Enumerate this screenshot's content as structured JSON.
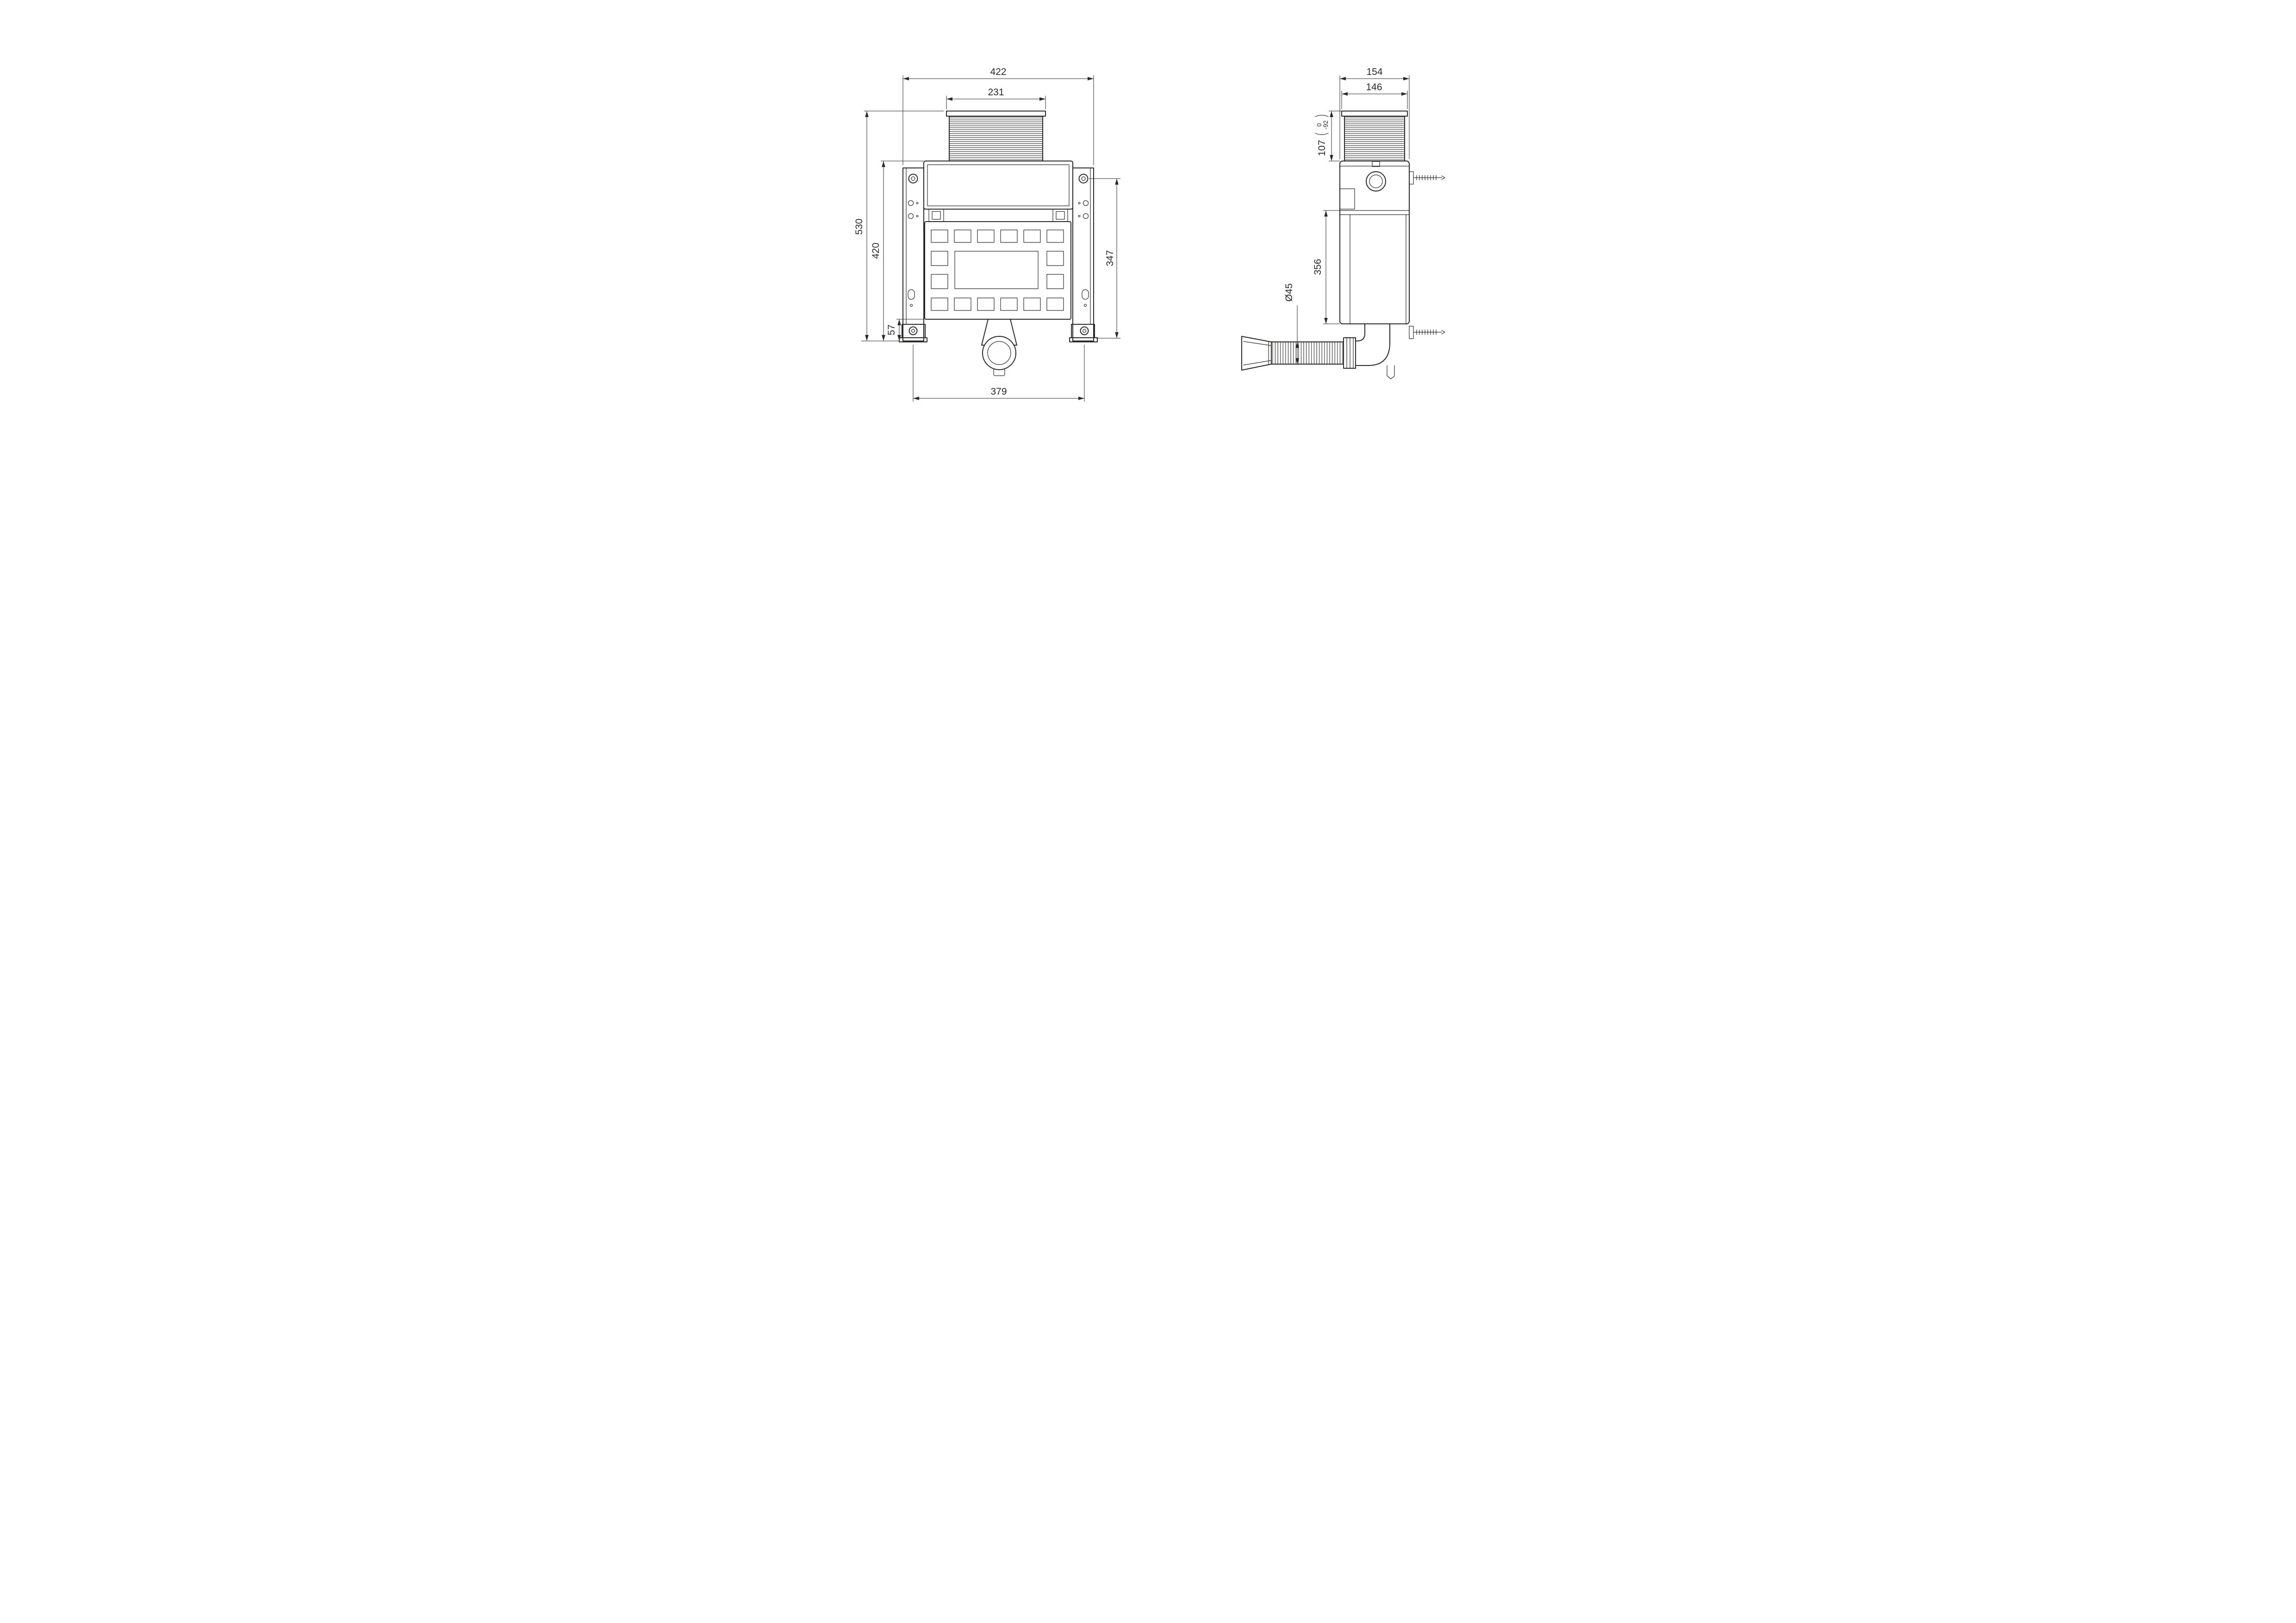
{
  "page": {
    "background": "#ffffff",
    "line_color": "#2b2a29"
  },
  "front_view": {
    "dims": {
      "overall_width": "422",
      "shaft_width": "231",
      "overall_height": "530",
      "frame_height": "420",
      "foot_height": "57",
      "bracket_height": "347",
      "fixing_distance": "379"
    }
  },
  "side_view": {
    "dims": {
      "overall_depth": "154",
      "shaft_depth": "146",
      "shaft_adjustment": "107",
      "shaft_adjustment_tol_upper": "0",
      "shaft_adjustment_tol_lower": "-92",
      "cistern_height": "356",
      "outlet_diameter": "Ø45"
    }
  }
}
